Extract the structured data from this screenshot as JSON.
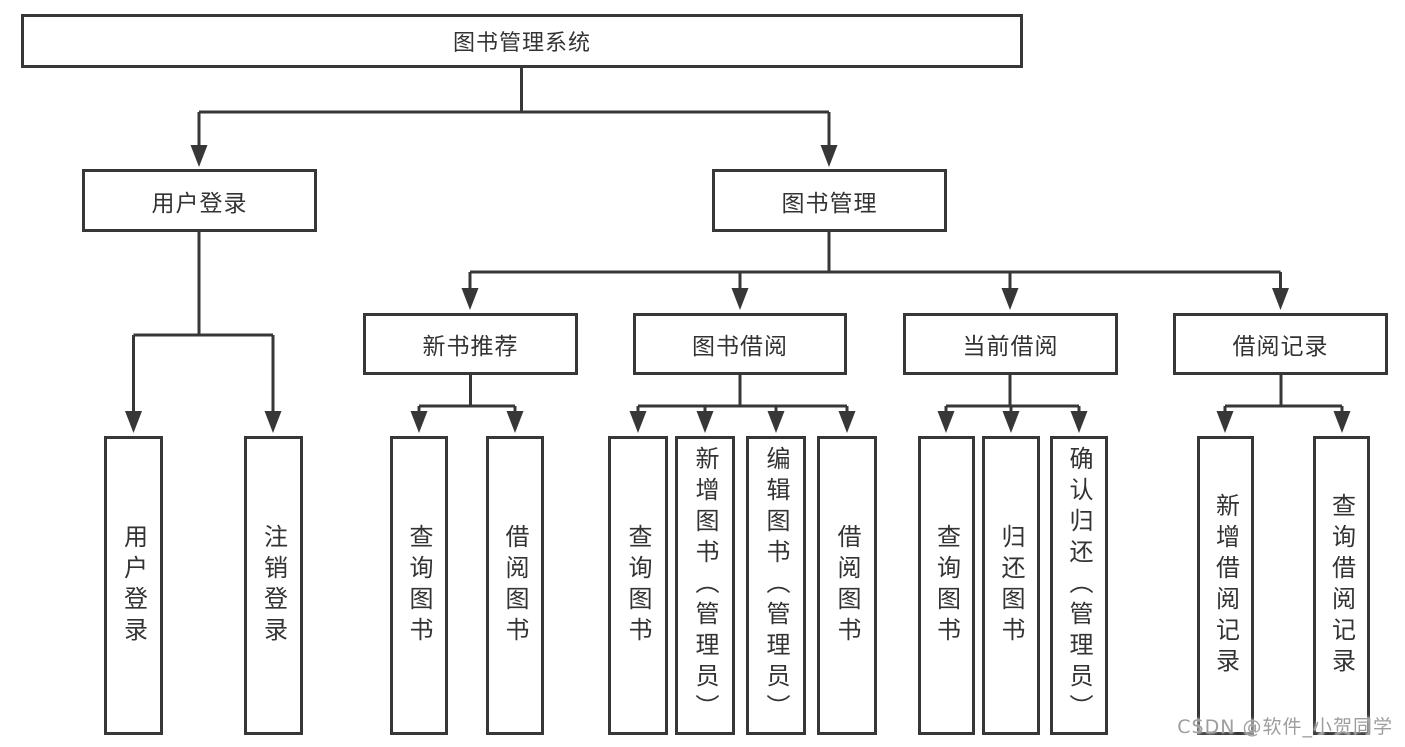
{
  "colors": {
    "background": "#ffffff",
    "line": "#373737",
    "box_border": "#373737",
    "text": "#333333",
    "watermark": "#9e9e9e"
  },
  "tree": {
    "label": "图书管理系统",
    "children": [
      {
        "label": "用户登录",
        "children": [
          {
            "label": "用户登录"
          },
          {
            "label": "注销登录"
          }
        ]
      },
      {
        "label": "图书管理",
        "children": [
          {
            "label": "新书推荐",
            "children": [
              {
                "label": "查询图书"
              },
              {
                "label": "借阅图书"
              }
            ]
          },
          {
            "label": "图书借阅",
            "children": [
              {
                "label": "查询图书"
              },
              {
                "label": "新增图书（管理员）"
              },
              {
                "label": "编辑图书（管理员）"
              },
              {
                "label": "借阅图书"
              }
            ]
          },
          {
            "label": "当前借阅",
            "children": [
              {
                "label": "查询图书"
              },
              {
                "label": "归还图书"
              },
              {
                "label": "确认归还（管理员）"
              }
            ]
          },
          {
            "label": "借阅记录",
            "children": [
              {
                "label": "新增借阅记录"
              },
              {
                "label": "查询借阅记录"
              }
            ]
          }
        ]
      }
    ]
  },
  "watermark": "CSDN @软件_小贺同学"
}
